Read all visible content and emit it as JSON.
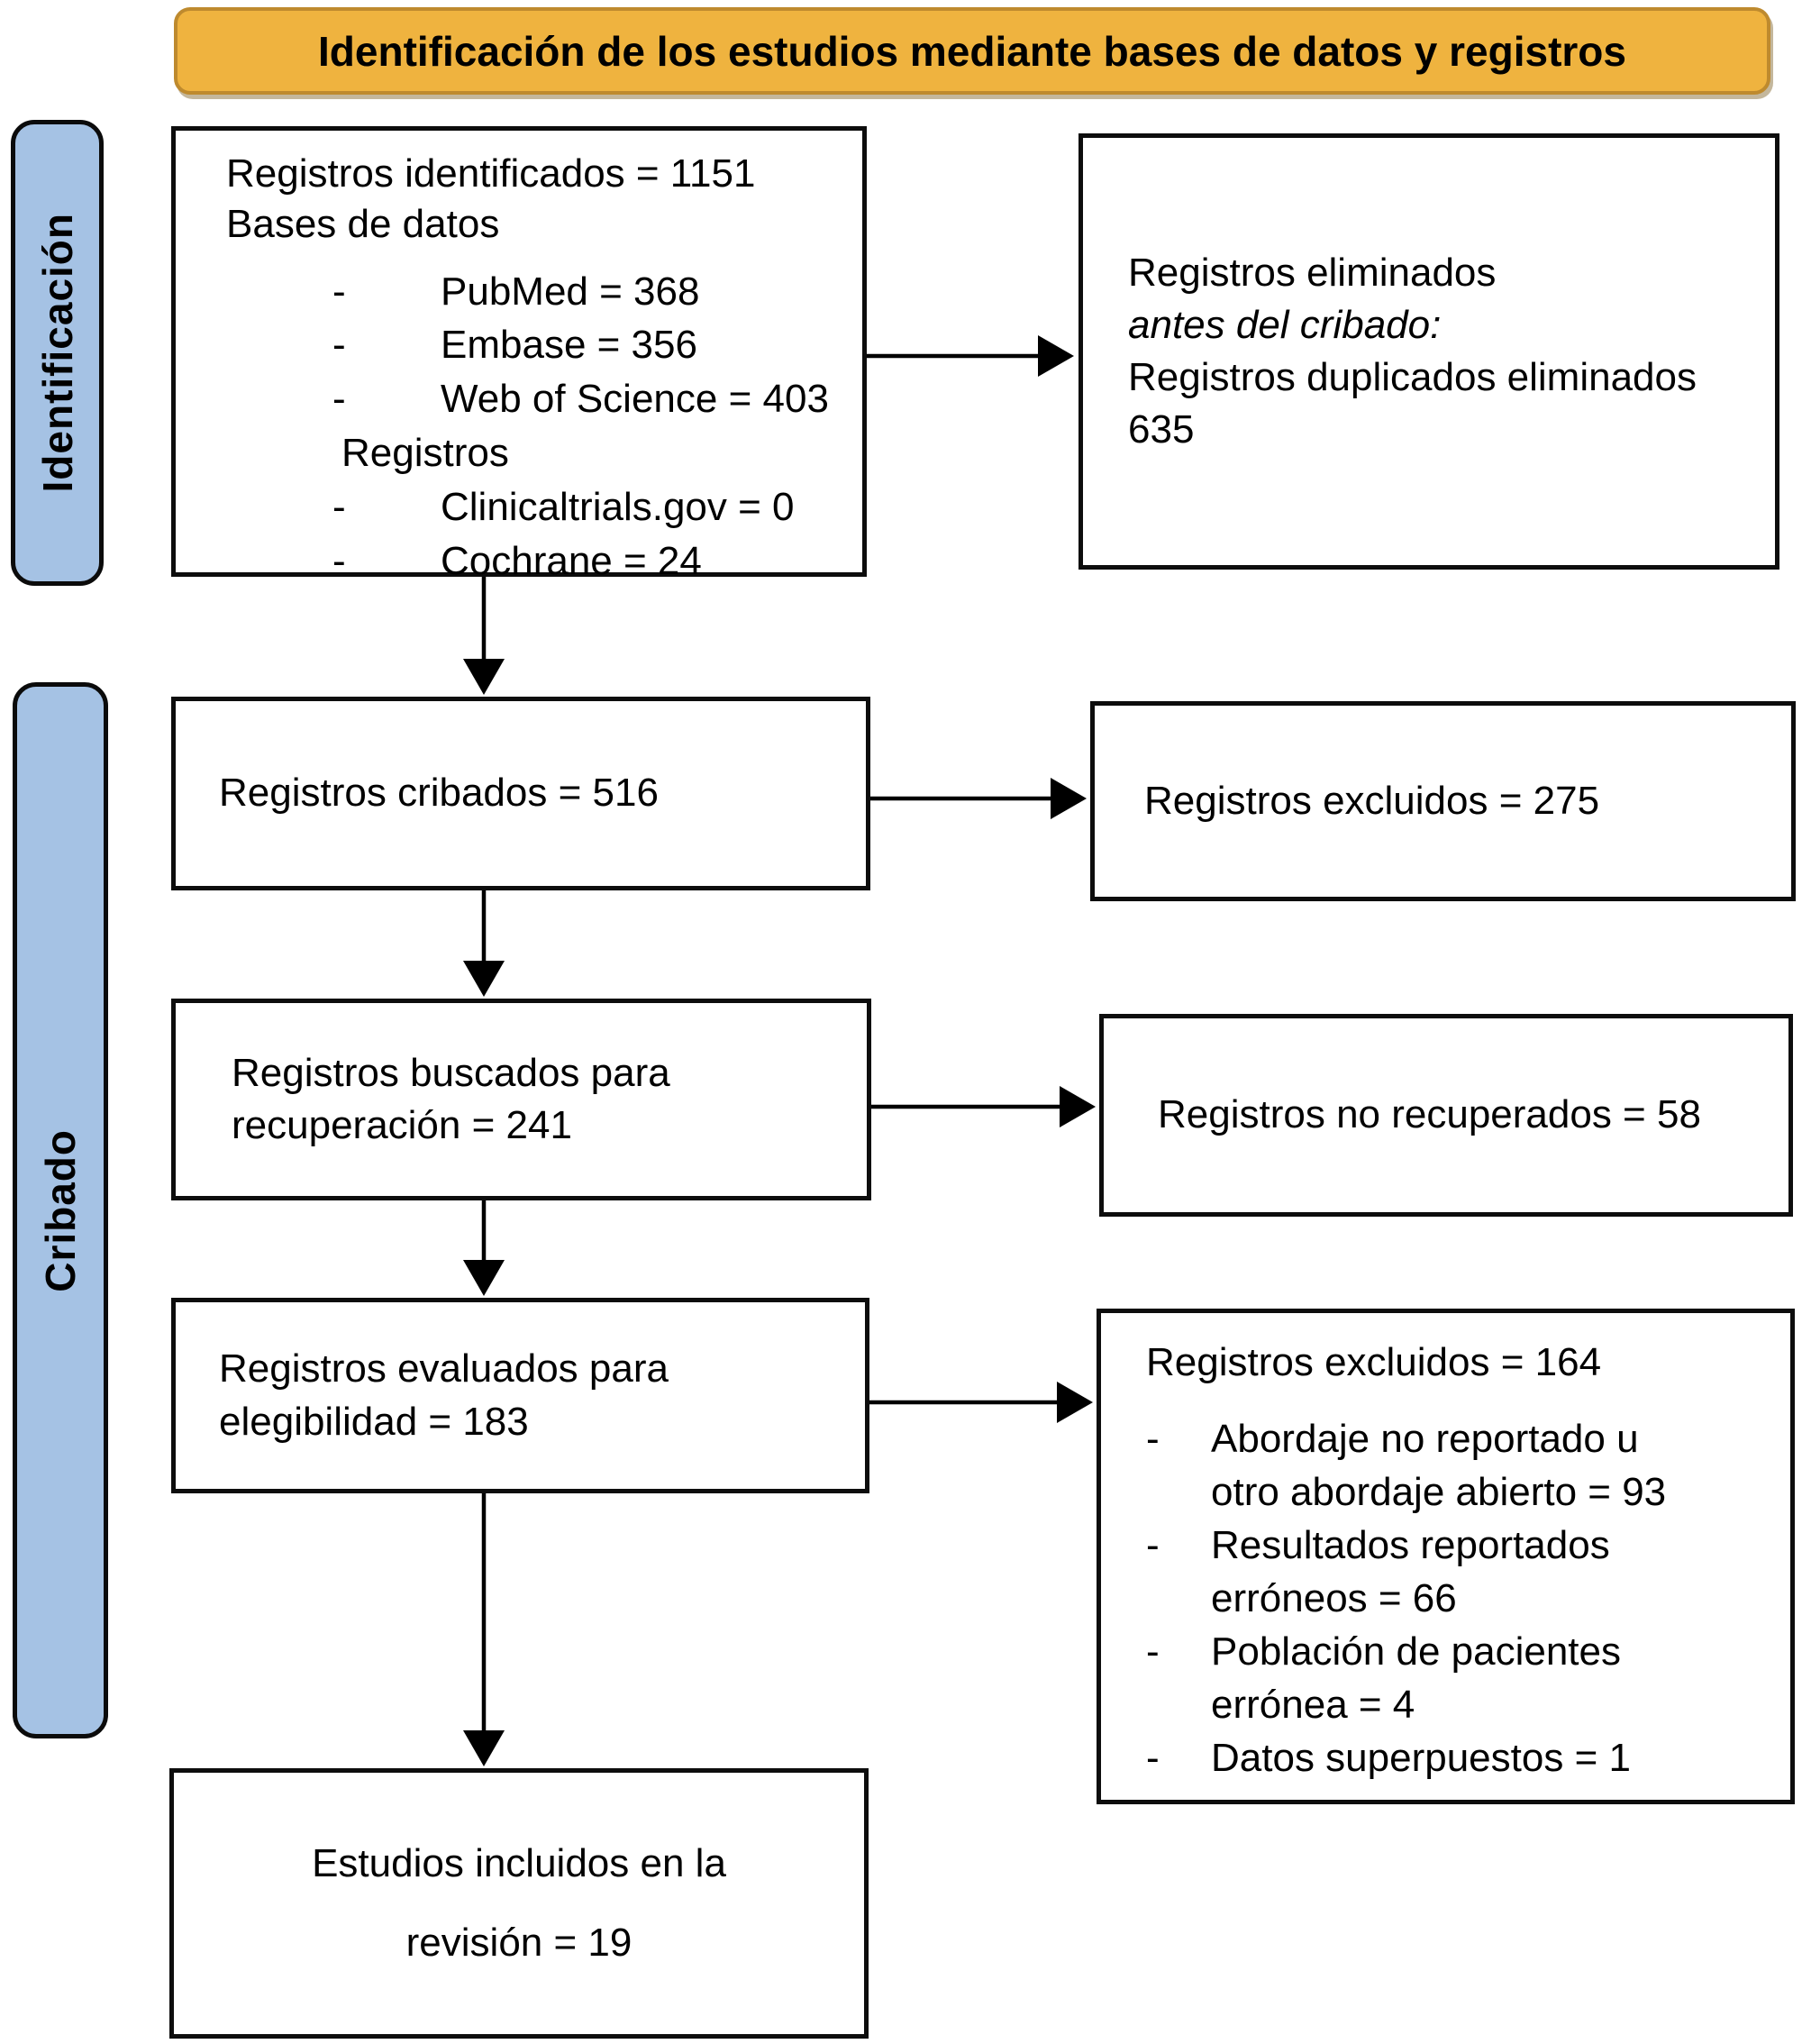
{
  "banner": {
    "title": "Identificación de los estudios mediante bases de datos y registros"
  },
  "sidebar": {
    "identification": "Identificación",
    "screening": "Cribado"
  },
  "bullet_char": "-",
  "colors": {
    "banner_fill": "#EFB33F",
    "banner_border": "#BE8A2E",
    "stage_tab_fill": "#A5C2E4",
    "box_border": "#0d0d0d",
    "arrow": "#000000"
  },
  "boxes": {
    "identified": {
      "line1": "Registros identificados = 1151",
      "line2": "Bases de datos",
      "db_items": [
        "PubMed = 368",
        "Embase = 356",
        "Web of Science = 403"
      ],
      "registry_label": "Registros",
      "registry_items": [
        "Clinicaltrials.gov = 0",
        "Cochrane = 24"
      ]
    },
    "removed_before_screening": {
      "line1": "Registros eliminados",
      "line2_italic": "antes del cribado:",
      "line3": "Registros duplicados eliminados",
      "line4": "635"
    },
    "screened": {
      "text": "Registros cribados = 516"
    },
    "excluded_screening": {
      "text": "Registros excluidos = 275"
    },
    "sought": {
      "lines": [
        "Registros buscados para",
        "recuperación = 241"
      ]
    },
    "not_retrieved": {
      "text": "Registros no recuperados = 58"
    },
    "assessed": {
      "lines": [
        "Registros evaluados para",
        "elegibilidad = 183"
      ]
    },
    "excluded_eligibility": {
      "title": "Registros excluidos = 164",
      "items": [
        [
          "Abordaje no reportado u",
          "otro abordaje abierto = 93"
        ],
        [
          "Resultados reportados",
          "erróneos = 66"
        ],
        [
          "Población de pacientes",
          "errónea = 4"
        ],
        [
          "Datos superpuestos = 1"
        ]
      ]
    },
    "included": {
      "lines": [
        "Estudios incluidos en la",
        "revisión = 19"
      ]
    }
  }
}
